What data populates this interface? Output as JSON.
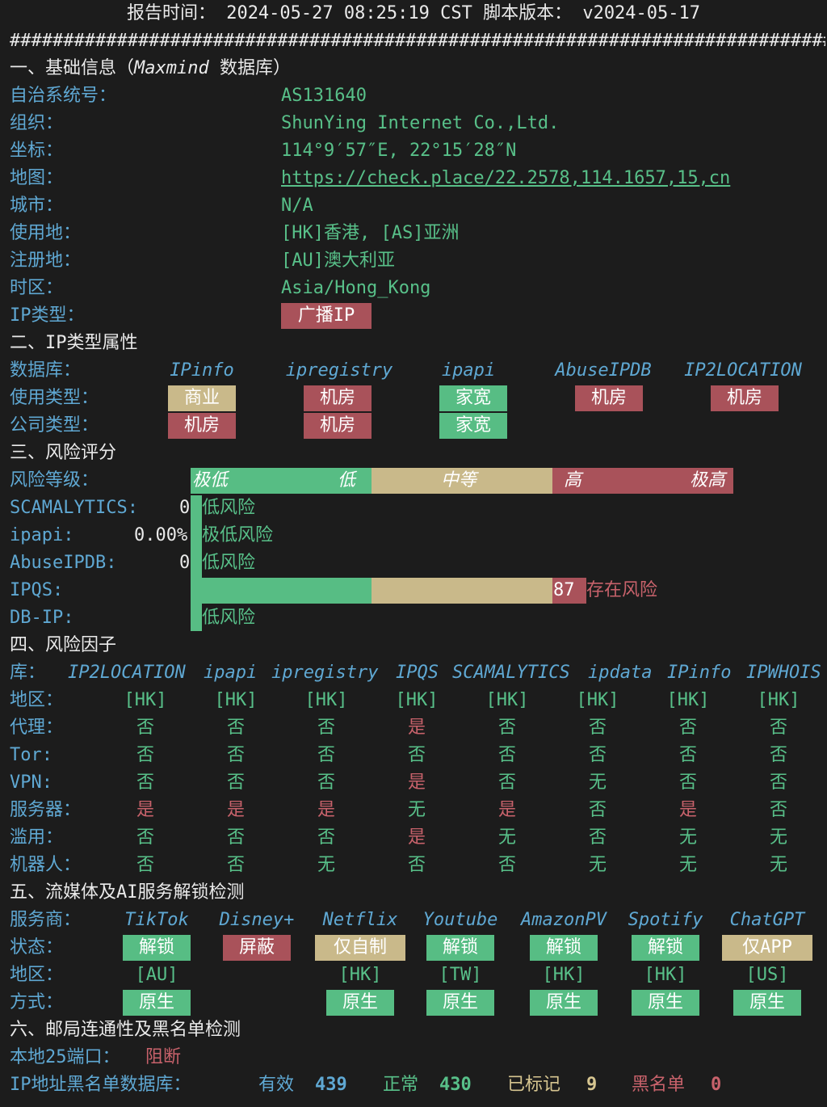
{
  "header": {
    "line": "报告时间： 2024-05-27 08:25:19 CST  脚本版本： v2024-05-17",
    "separator": "#####################################################################################################"
  },
  "s1": {
    "title": "一、基础信息（",
    "title_italic": "Maxmind",
    "title_end": " 数据库）",
    "rows": [
      {
        "label": "自治系统号：",
        "value": "AS131640"
      },
      {
        "label": "组织：",
        "value": "ShunYing Internet Co.,Ltd."
      },
      {
        "label": "坐标：",
        "value": "114°9′57″E, 22°15′28″N"
      },
      {
        "label": "地图：",
        "value": "https://check.place/22.2578,114.1657,15,cn"
      },
      {
        "label": "城市：",
        "value": "N/A"
      },
      {
        "label": "使用地：",
        "value": "[HK]香港, [AS]亚洲"
      },
      {
        "label": "注册地：",
        "value": "[AU]澳大利亚"
      },
      {
        "label": "时区：",
        "value": "Asia/Hong_Kong"
      },
      {
        "label": "IP类型：",
        "value": "广播IP"
      }
    ]
  },
  "s2": {
    "title": "二、IP类型属性",
    "db_label": "数据库：",
    "dbs": [
      "IPinfo",
      "ipregistry",
      "ipapi",
      "AbuseIPDB",
      "IP2LOCATION"
    ],
    "usage_label": "使用类型：",
    "usage": [
      "商业",
      "机房",
      "家宽",
      "机房",
      "机房"
    ],
    "company_label": "公司类型：",
    "company": [
      "机房",
      "机房",
      "家宽"
    ]
  },
  "s3": {
    "title": "三、风险评分",
    "level_label": "风险等级：",
    "levels": [
      "极低",
      "低",
      "中等",
      "高",
      "极高"
    ],
    "rows": [
      {
        "label": "SCAMALYTICS:",
        "score": "0",
        "text": "低风险"
      },
      {
        "label": "ipapi:",
        "score": "0.00%",
        "text": "极低风险"
      },
      {
        "label": "AbuseIPDB:",
        "score": "0",
        "text": "低风险"
      },
      {
        "label": "IPQS:",
        "score": "87",
        "text": "存在风险"
      },
      {
        "label": "DB-IP:",
        "score": "",
        "text": "低风险"
      }
    ],
    "ipqs_fraction": 0.87
  },
  "s4": {
    "title": "四、风险因子",
    "lib_label": "库：",
    "libs": [
      "IP2LOCATION",
      "ipapi",
      "ipregistry",
      "IPQS",
      "SCAMALYTICS",
      "ipdata",
      "IPinfo",
      "IPWHOIS"
    ],
    "rows": [
      {
        "label": "地区：",
        "values": [
          "[HK]",
          "[HK]",
          "[HK]",
          "[HK]",
          "[HK]",
          "[HK]",
          "[HK]",
          "[HK]"
        ]
      },
      {
        "label": "代理：",
        "values": [
          "否",
          "否",
          "否",
          "是",
          "否",
          "否",
          "否",
          "否"
        ]
      },
      {
        "label": "Tor:",
        "values": [
          "否",
          "否",
          "否",
          "否",
          "否",
          "否",
          "否",
          "否"
        ]
      },
      {
        "label": "VPN:",
        "values": [
          "否",
          "否",
          "否",
          "是",
          "否",
          "无",
          "否",
          "否"
        ]
      },
      {
        "label": "服务器：",
        "values": [
          "是",
          "是",
          "是",
          "无",
          "是",
          "否",
          "是",
          "否"
        ]
      },
      {
        "label": "滥用：",
        "values": [
          "否",
          "否",
          "否",
          "是",
          "无",
          "否",
          "无",
          "无"
        ]
      },
      {
        "label": "机器人：",
        "values": [
          "否",
          "否",
          "无",
          "否",
          "否",
          "无",
          "无",
          "无"
        ]
      }
    ]
  },
  "s5": {
    "title": "五、流媒体及AI服务解锁检测",
    "provider_label": "服务商：",
    "providers": [
      "TikTok",
      "Disney+",
      "Netflix",
      "Youtube",
      "AmazonPV",
      "Spotify",
      "ChatGPT"
    ],
    "status_label": "状态：",
    "status": [
      "解锁",
      "屏蔽",
      "仅自制",
      "解锁",
      "解锁",
      "解锁",
      "仅APP"
    ],
    "region_label": "地区：",
    "regions": [
      "[AU]",
      "",
      "[HK]",
      "[TW]",
      "[HK]",
      "[HK]",
      "[US]"
    ],
    "method_label": "方式：",
    "methods": [
      "原生",
      "",
      "原生",
      "原生",
      "原生",
      "原生",
      "原生"
    ]
  },
  "s6": {
    "title": "六、邮局连通性及黑名单检测",
    "port_label": "本地25端口：",
    "port_value": "阻断",
    "bl_label": "IP地址黑名单数据库：",
    "valid_label": "有效",
    "valid": "439",
    "normal_label": "正常",
    "normal": "430",
    "marked_label": "已标记",
    "marked": "9",
    "black_label": "黑名单",
    "black": "0"
  },
  "colors": {
    "green": "#57bd84",
    "red": "#a9525a",
    "yellow": "#c9b98a",
    "cyan": "#5fa8d3"
  }
}
